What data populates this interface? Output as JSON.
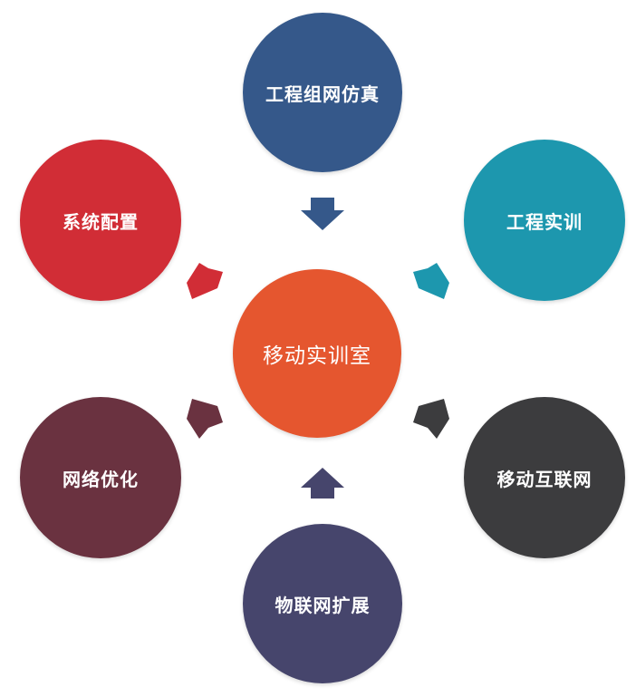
{
  "center": {
    "label": "移动实训室",
    "color": "#E5562F"
  },
  "nodes": {
    "top": {
      "label": "工程组网仿真",
      "color": "#35588A"
    },
    "top_right": {
      "label": "工程实训",
      "color": "#1D97AE"
    },
    "bottom_right": {
      "label": "移动互联网",
      "color": "#3C3C3E"
    },
    "bottom": {
      "label": "物联网扩展",
      "color": "#46456C"
    },
    "bottom_left": {
      "label": "网络优化",
      "color": "#6A3240"
    },
    "top_left": {
      "label": "系统配置",
      "color": "#D12D36"
    }
  }
}
